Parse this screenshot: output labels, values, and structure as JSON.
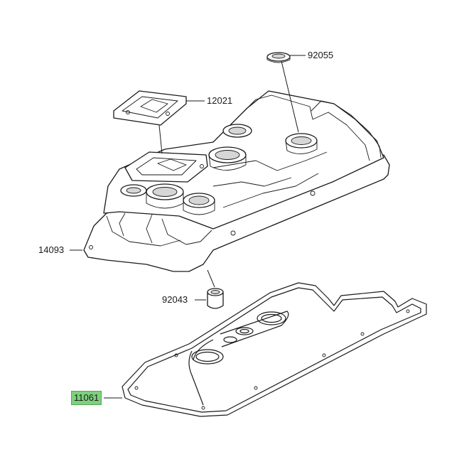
{
  "parts": [
    {
      "id": "p92055",
      "number": "92055",
      "highlighted": false
    },
    {
      "id": "p12021",
      "number": "12021",
      "highlighted": false
    },
    {
      "id": "p14093",
      "number": "14093",
      "highlighted": false
    },
    {
      "id": "p92043",
      "number": "92043",
      "highlighted": false
    },
    {
      "id": "p11061",
      "number": "11061",
      "highlighted": true
    }
  ],
  "colors": {
    "line": "#1a1a1a",
    "highlight": "#7ed07e",
    "shade": "#d6d6d6"
  }
}
